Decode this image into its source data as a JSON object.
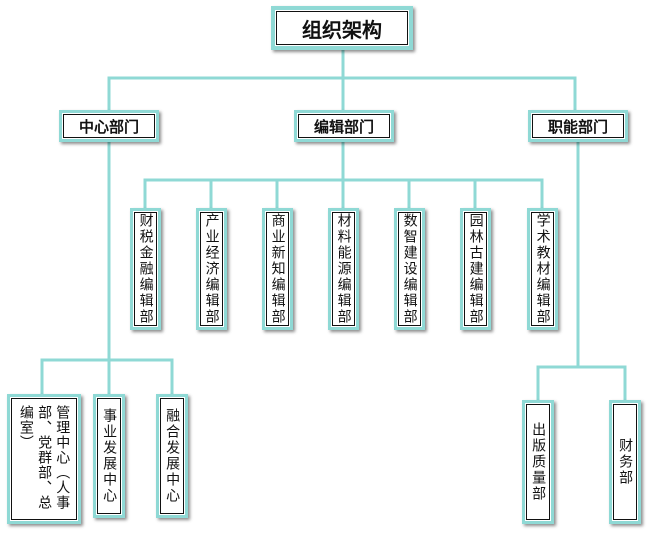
{
  "root": {
    "label": "组织架构"
  },
  "departments": [
    {
      "label": "中心部门",
      "children": [
        {
          "label": "管理中心（人事部、党群部、总编室）"
        },
        {
          "label": "事业发展中心"
        },
        {
          "label": "融合发展中心"
        }
      ]
    },
    {
      "label": "编辑部门",
      "children": [
        {
          "label": "财税金融编辑部"
        },
        {
          "label": "产业经济编辑部"
        },
        {
          "label": "商业新知编辑部"
        },
        {
          "label": "材料能源编辑部"
        },
        {
          "label": "数智建设编辑部"
        },
        {
          "label": "园林古建编辑部"
        },
        {
          "label": "学术教材编辑部"
        }
      ]
    },
    {
      "label": "职能部门",
      "children": [
        {
          "label": "出版质量部"
        },
        {
          "label": "财务部"
        }
      ]
    }
  ],
  "colors": {
    "line": "#8fd9d5",
    "box_border": "#8fd9d5",
    "text": "#111111"
  }
}
